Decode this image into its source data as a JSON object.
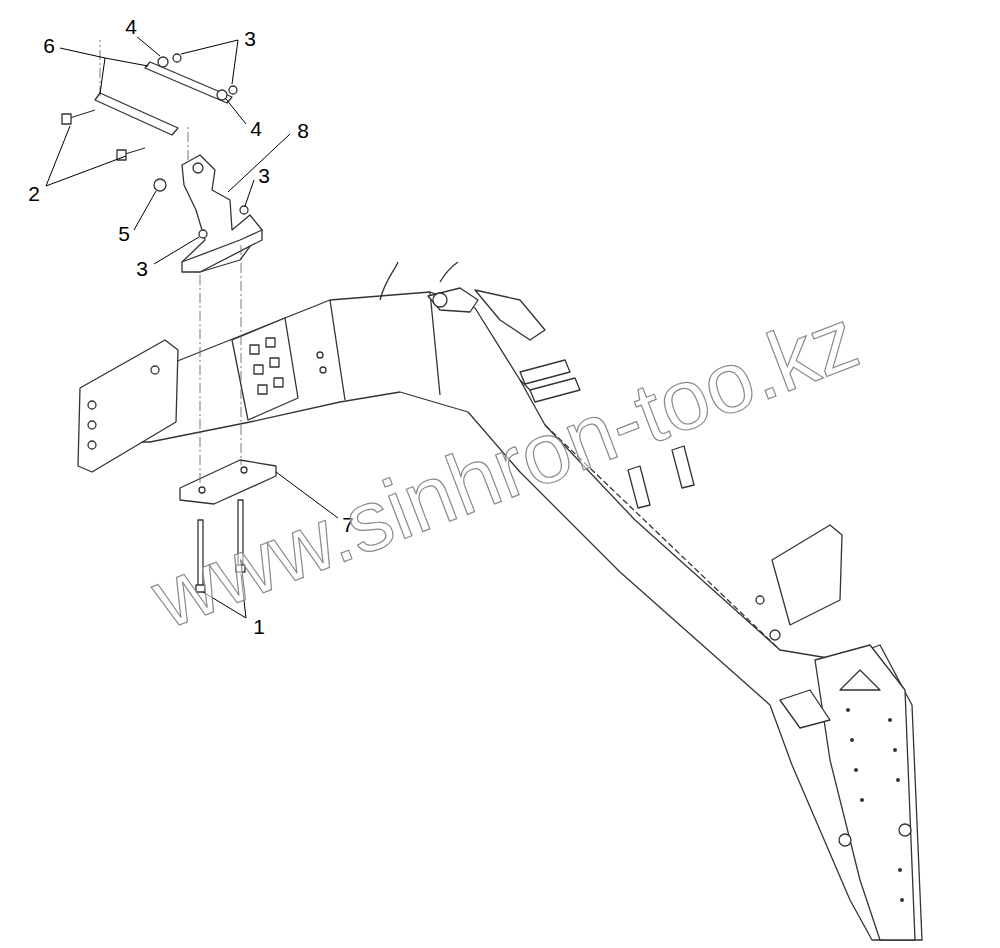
{
  "diagram": {
    "labels": [
      "4",
      "3",
      "6",
      "4",
      "8",
      "2",
      "3",
      "5",
      "3",
      "7",
      "1",
      "www.sinhron-too.kz"
    ]
  }
}
